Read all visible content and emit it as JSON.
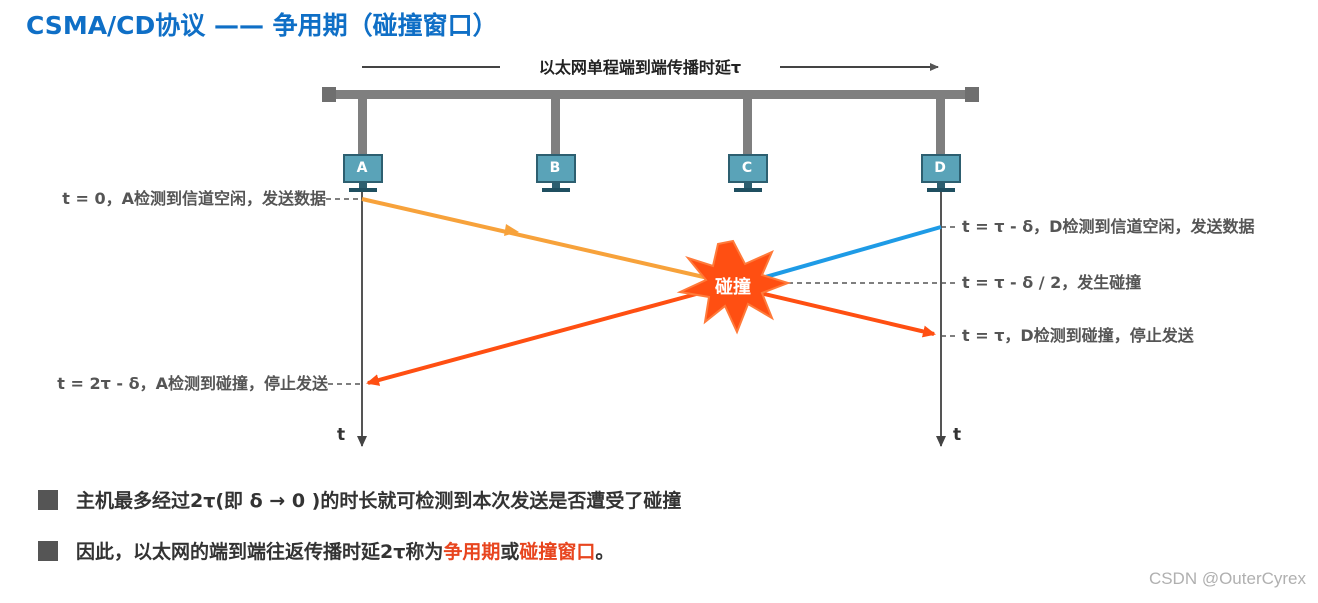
{
  "title": "CSMA/CD协议 —— 争用期（碰撞窗口）",
  "propagation_label": "以太网单程端到端传播时延τ",
  "hosts": [
    "A",
    "B",
    "C",
    "D"
  ],
  "time_axis_label": "t",
  "collision_label": "碰撞",
  "events": {
    "a_send": "t = 0，A检测到信道空闲，发送数据",
    "a_detect": "t = 2τ - δ，A检测到碰撞，停止发送",
    "d_send": "t = τ - δ，D检测到信道空闲，发送数据",
    "collide": "t = τ - δ / 2，发生碰撞",
    "d_detect": "t = τ，D检测到碰撞，停止发送"
  },
  "bullets": [
    {
      "text": "主机最多经过2τ(即 δ → 0 )的时长就可检测到本次发送是否遭受了碰撞"
    },
    {
      "prefix": "因此，以太网的端到端往返传播时延2τ称为",
      "term1": "争用期",
      "mid": "或",
      "term2": "碰撞窗口",
      "suffix": "。"
    }
  ],
  "watermark": "CSDN @OuterCyrex",
  "colors": {
    "title": "#0f6fc6",
    "a_signal": "#f7a23b",
    "d_signal": "#1e9be6",
    "collision_signal": "#ff4f12",
    "host_screen": "#5aa3b8",
    "bus": "#7f7f7f",
    "highlight": "#e8451e"
  }
}
